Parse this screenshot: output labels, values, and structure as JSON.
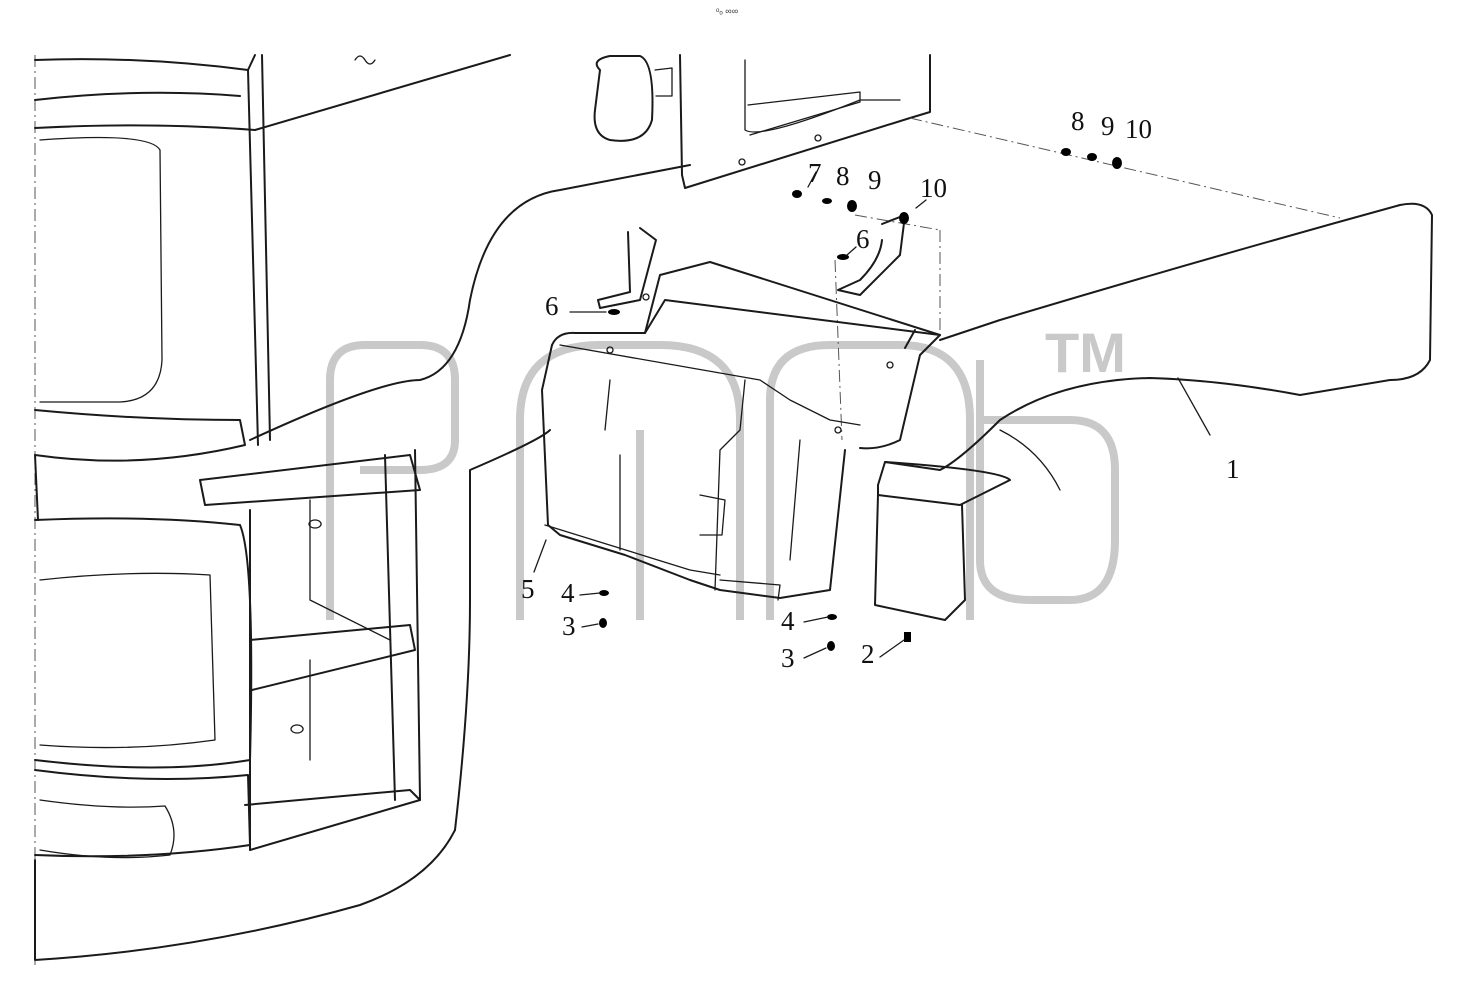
{
  "top_mark": "ᵒₒ ∞∞",
  "watermark": {
    "trademark": "TM"
  },
  "callouts": [
    "1",
    "2",
    "3",
    "3",
    "4",
    "4",
    "5",
    "6",
    "6",
    "7",
    "8",
    "9",
    "10",
    "8",
    "9",
    "10"
  ],
  "colors": {
    "line": "#1a1a1a",
    "watermark": "#c9c9c9",
    "background": "#ffffff"
  }
}
